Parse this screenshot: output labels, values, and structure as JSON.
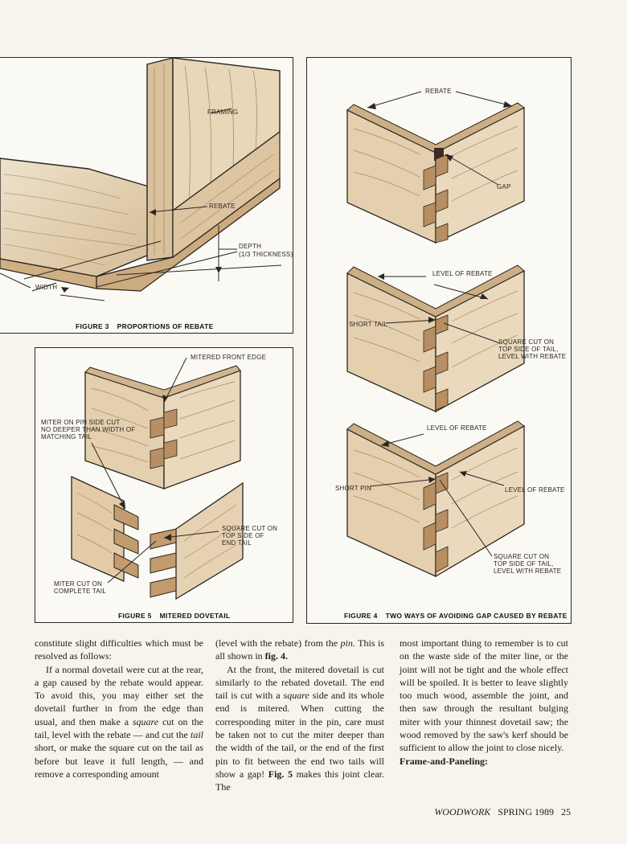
{
  "figure3": {
    "labels": {
      "framing": "FRAMING",
      "rebate": "REBATE",
      "depth": "DEPTH",
      "depth_note": "(1/3 THICKNESS)",
      "width": "WIDTH"
    },
    "caption_number": "FIGURE 3",
    "caption_title": "PROPORTIONS OF REBATE"
  },
  "figure4": {
    "labels": {
      "rebate_top": "REBATE",
      "gap": "GAP",
      "level_of_rebate_1": "LEVEL OF REBATE",
      "short_tail": "SHORT TAIL",
      "square_cut_1_line1": "SQUARE CUT ON",
      "square_cut_1_line2": "TOP SIDE OF TAIL,",
      "square_cut_1_line3": "LEVEL WITH REBATE",
      "level_of_rebate_2": "LEVEL OF REBATE",
      "short_pin": "SHORT PIN",
      "level_of_rebate_3": "LEVEL OF REBATE",
      "square_cut_2_line1": "SQUARE CUT ON",
      "square_cut_2_line2": "TOP SIDE OF TAIL,",
      "square_cut_2_line3": "LEVEL WITH REBATE"
    },
    "caption_number": "FIGURE 4",
    "caption_title": "TWO WAYS OF AVOIDING GAP CAUSED BY REBATE"
  },
  "figure5": {
    "labels": {
      "mitered_front_edge": "MITERED FRONT EDGE",
      "miter_pin_line1": "MITER ON PIN SIDE CUT",
      "miter_pin_line2": "NO DEEPER THAN WIDTH OF",
      "miter_pin_line3": "MATCHING TAIL",
      "square_end_line1": "SQUARE CUT ON",
      "square_end_line2": "TOP SIDE OF",
      "square_end_line3": "END TAIL",
      "miter_complete_line1": "MITER CUT ON",
      "miter_complete_line2": "COMPLETE TAIL"
    },
    "caption_number": "FIGURE 5",
    "caption_title": "MITERED DOVETAIL"
  },
  "body": {
    "col1": {
      "p1": "constitute slight difficulties which must be resolved as follows:",
      "p2_a": "If a normal dovetail were cut at the rear, a gap caused by the rebate would appear. To avoid this, you may either set the dovetail further in from the edge than usual, and then make a ",
      "p2_em1": "square",
      "p2_b": " cut on the tail, level with the rebate — and cut the ",
      "p2_em2": "tail",
      "p2_c": " short, or make the square cut on the tail as before but leave it full length, — and remove a corresponding amount"
    },
    "col2": {
      "p1_a": "(level with the rebate) from the ",
      "p1_em": "pin.",
      "p1_b": " This is all shown in ",
      "p1_bold": "fig. 4.",
      "p2_a": "At the front, the mitered dovetail is cut similarly to the rebated dovetail. The end tail is cut with a ",
      "p2_em": "square",
      "p2_b": " side and its whole end is mitered. When cutting the corresponding miter in the pin, care must be taken not to cut the miter deeper than the width of the tail, or the end of the first pin to fit between the end two tails will show a gap! ",
      "p2_bold": "Fig. 5",
      "p2_c": " makes this joint clear. The"
    },
    "col3": {
      "p1": "most important thing to remember is to cut on the waste side of the miter line, or the joint will not be tight and the whole effect will be spoiled. It is better to leave slightly too much wood, assemble the joint, and then saw through the resultant bulging miter with your thinnest dovetail saw; the wood removed by the saw's kerf should be sufficient to allow the joint to close nicely.",
      "heading": "Frame-and-Paneling:"
    }
  },
  "footer": {
    "magazine": "WOODWORK",
    "issue": "SPRING 1989",
    "page": "25"
  },
  "colors": {
    "wood_light": "#eadcc3",
    "wood_mid": "#d9c19c",
    "wood_dark": "#c7a57c",
    "ink": "#2a2622"
  }
}
